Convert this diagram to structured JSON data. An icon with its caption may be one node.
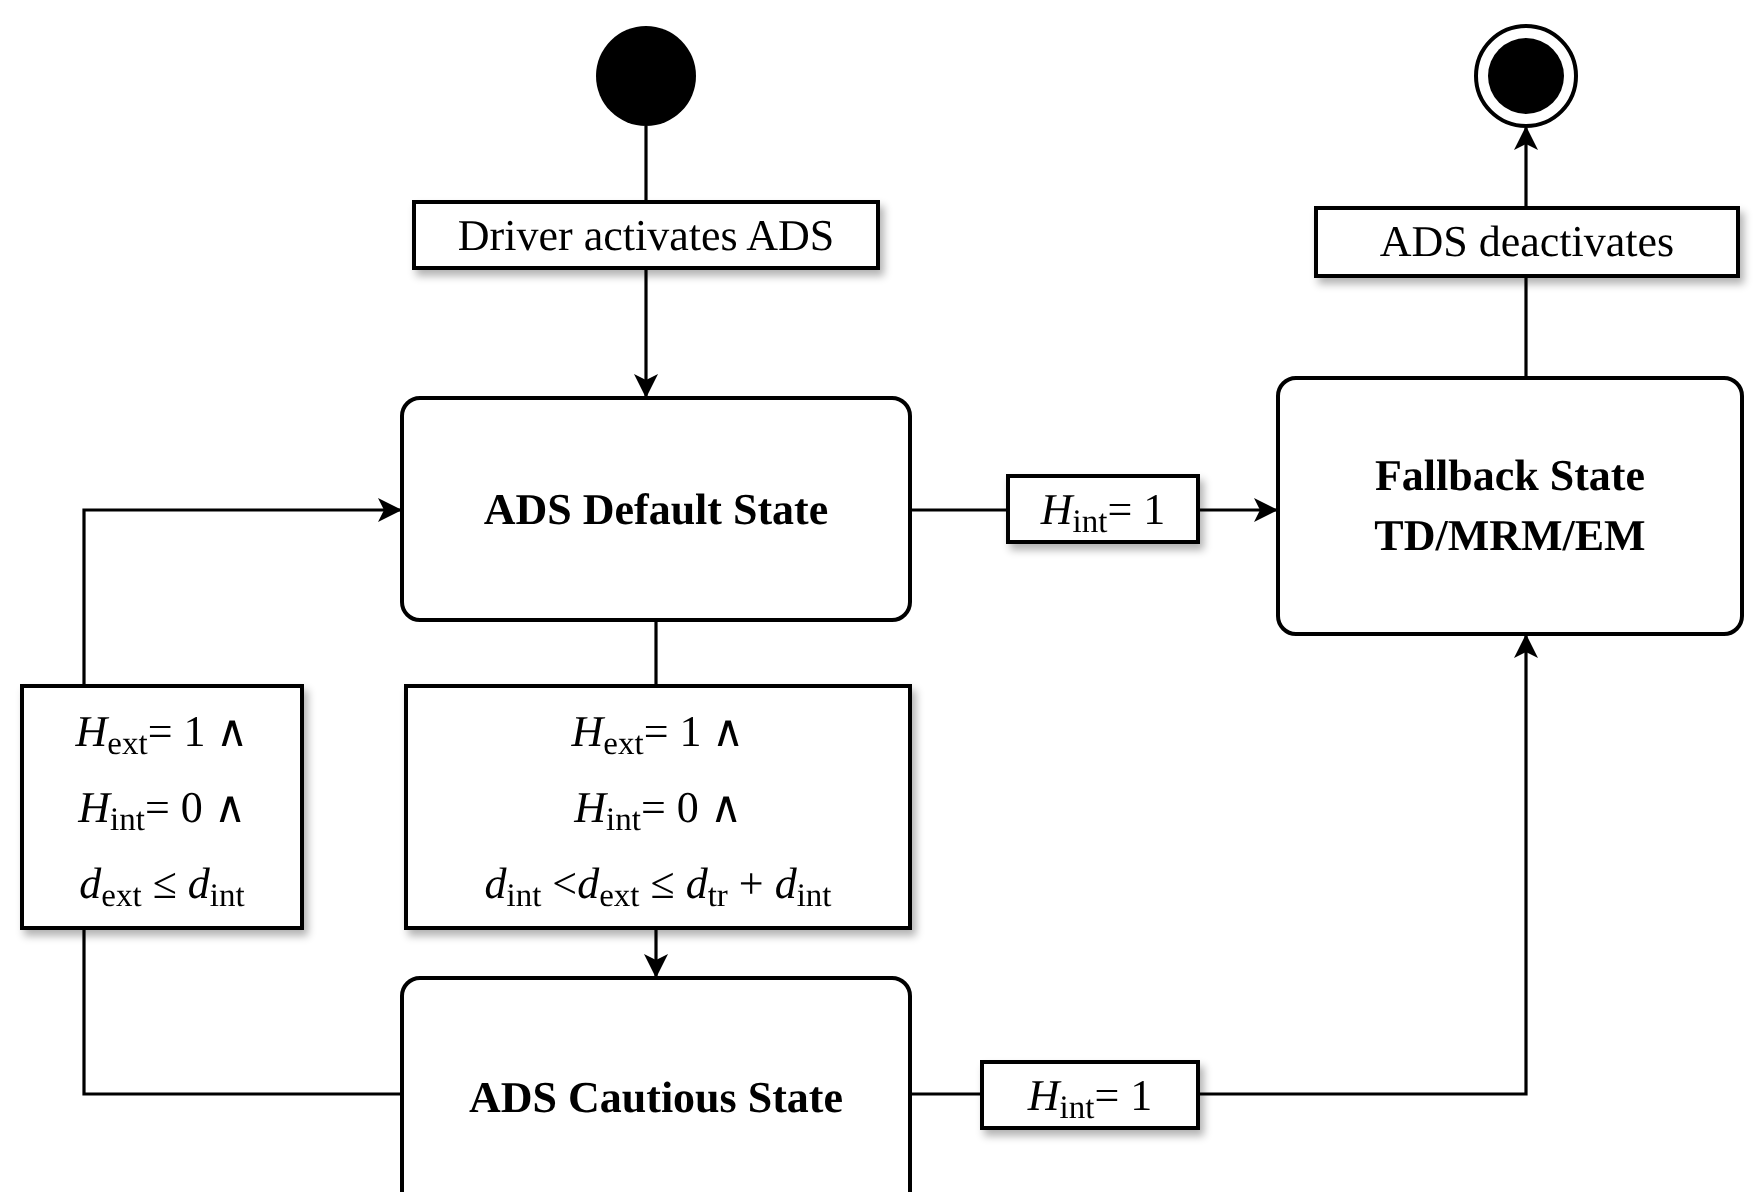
{
  "diagram": {
    "nodes": [
      {
        "text": [],
        "shape": "circle"
      },
      {
        "text": [],
        "shape": "bullseye"
      },
      {
        "text": [
          "Driver activates ADS"
        ]
      },
      {
        "text": [
          "ADS deactivates"
        ]
      },
      {
        "text": [
          "Fallback State TD/MRM/EM"
        ]
      },
      {
        "text": [
          "ADS Default State"
        ]
      },
      {
        "text": [
          "*H*$_{int}$= 1"
        ]
      },
      {
        "text": [
          "*H*$_{ext}$= 1 ∧",
          "*H*$_{int}$= 0 ∧",
          "*d*$_{ext}$ ≤ *d*$_{int}$"
        ]
      },
      {
        "text": [
          "*H*$_{ext}$= 1 ∧",
          "*H*$_{int}$= 0 ∧",
          "*d*$_{int}$ <*d*$_{ext}$ ≤ *d*$_{tr}$ + *d*$_{int}$"
        ]
      },
      {
        "text": [
          "ADS Cautious State"
        ]
      },
      {
        "text": [
          "*H*$_{int}$= 1"
        ]
      }
    ],
    "edges": [
      {
        "from": 0,
        "to": 2,
        "arrow": "none"
      },
      {
        "from": 2,
        "to": 5,
        "arrow": "to"
      },
      {
        "from": 5,
        "to": 6,
        "arrow": "none"
      },
      {
        "from": 6,
        "to": 4,
        "arrow": "to"
      },
      {
        "from": 5,
        "to": 8,
        "arrow": "none"
      },
      {
        "from": 8,
        "to": 9,
        "arrow": "to"
      },
      {
        "from": 9,
        "to": 7,
        "arrow": "none"
      },
      {
        "from": 7,
        "to": 5,
        "arrow": "to"
      },
      {
        "from": 9,
        "to": 10,
        "arrow": "none"
      },
      {
        "from": 10,
        "to": 4,
        "arrow": "to"
      },
      {
        "from": 4,
        "to": 3,
        "arrow": "none"
      },
      {
        "from": 3,
        "to": 1,
        "arrow": "to"
      }
    ]
  }
}
